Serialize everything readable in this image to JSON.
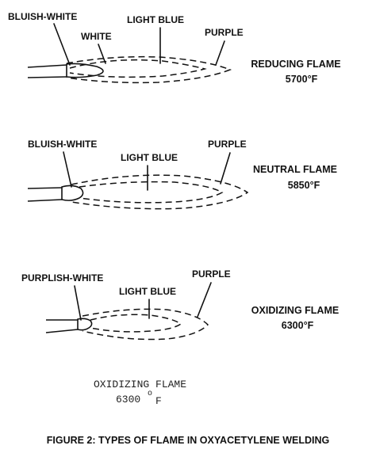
{
  "flames": [
    {
      "labels": [
        "BLUISH-WHITE",
        "WHITE",
        "LIGHT BLUE",
        "PURPLE"
      ],
      "name": "REDUCING FLAME",
      "temperature": "5700°F"
    },
    {
      "labels": [
        "BLUISH-WHITE",
        "LIGHT BLUE",
        "PURPLE"
      ],
      "name": "NEUTRAL FLAME",
      "temperature": "5850°F"
    },
    {
      "labels": [
        "PURPLISH-WHITE",
        "LIGHT BLUE",
        "PURPLE"
      ],
      "name": "OXIDIZING FLAME",
      "temperature": "6300°F"
    }
  ],
  "handwritten_note": {
    "line1": "OXIDIZING FLAME",
    "value": "6300",
    "unit_degree": "o",
    "unit_letter": "F"
  },
  "caption": "FIGURE 2: TYPES OF FLAME IN OXYACETYLENE WELDING"
}
